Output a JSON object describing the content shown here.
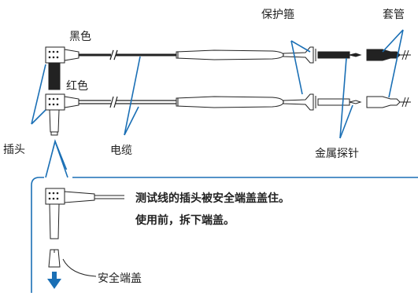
{
  "labels": {
    "black": "黑色",
    "red": "红色",
    "plug": "插头",
    "cable": "电缆",
    "guard": "保护箍",
    "sleeve": "套管",
    "probe": "金属探针",
    "safety_cap": "安全端盖"
  },
  "note": {
    "line1": "测试线的插头被安全端盖盖住。",
    "line2": "使用前，拆下端盖。"
  },
  "colors": {
    "accent": "#1a6fb5",
    "line": "#222222",
    "body": "#ffffff"
  }
}
